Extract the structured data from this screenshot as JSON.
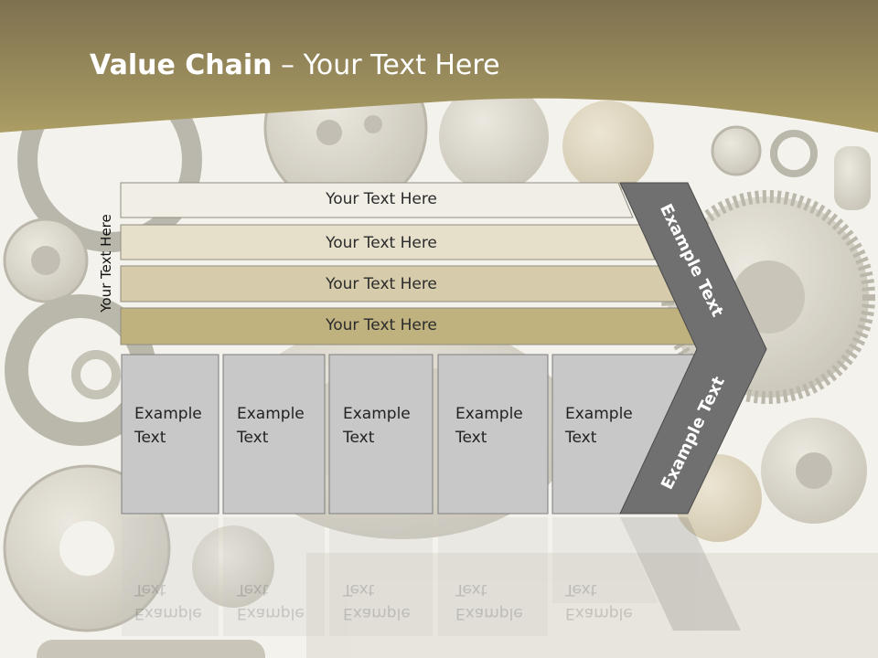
{
  "title": {
    "bold": "Value Chain",
    "rest": " – Your Text Here"
  },
  "side_label": "Your Text Here",
  "bars": [
    {
      "label": "Your Text Here"
    },
    {
      "label": "Your Text Here"
    },
    {
      "label": "Your Text Here"
    },
    {
      "label": "Your Text Here"
    }
  ],
  "boxes": [
    {
      "label": "Example Text"
    },
    {
      "label": "Example Text"
    },
    {
      "label": "Example Text"
    },
    {
      "label": "Example Text"
    },
    {
      "label": "Example Text"
    }
  ],
  "arrow": {
    "upper_label": "Example Text",
    "lower_label": "Example Text"
  },
  "colors": {
    "header": "#a1925c",
    "bar1": "#f1eee6",
    "bar2": "#e6dfca",
    "bar3": "#d6ccab",
    "bar4": "#bfb27f",
    "box": "#c8c8c8",
    "arrow": "#707070"
  }
}
